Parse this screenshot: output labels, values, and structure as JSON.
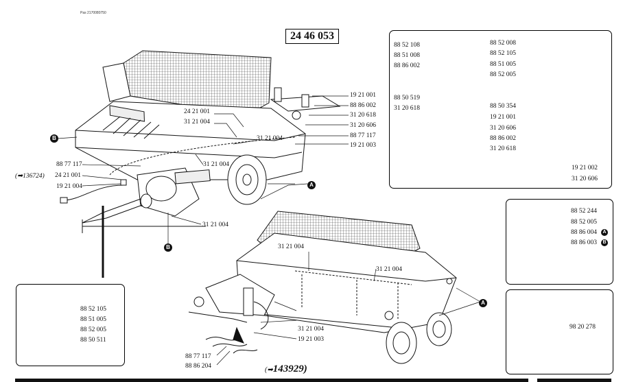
{
  "header": {
    "small_code": "Pas 2170080750",
    "title_number": "24 46 053"
  },
  "references": {
    "left": "(➡136724)",
    "bottom_arrow": "(➡",
    "bottom_number": "143929)"
  },
  "markers": {
    "a": "A",
    "b": "B"
  },
  "main_labels": {
    "r1": "19 21 001",
    "r2": "88 86 002",
    "r3": "31 20 618",
    "r4": "31 20 606",
    "r5": "88 77 117",
    "r6": "19 21 003",
    "c1": "24 21 001",
    "c2": "31 21 004",
    "c3": "31 21 004",
    "c4": "31 21 004",
    "l1": "88 77 117",
    "l2": "24 21 001",
    "l3": "19 21 004",
    "bot": "31 21 004"
  },
  "second_labels": {
    "a": "31 21 004",
    "b": "31 21 004",
    "c": "31 21 004",
    "d": "19 21 003",
    "e": "88 77 117",
    "f": "88 86 204"
  },
  "panel_top_right": {
    "l1": "88 52 108",
    "l2": "88 51 008",
    "l3": "88 86 002",
    "l4": "88 50 519",
    "l5": "31 20 618",
    "r1": "88 52 008",
    "r2": "88 52 105",
    "r3": "88 51 005",
    "r4": "88 52 005",
    "r5": "88 50 354",
    "r6": "19 21 001",
    "r7": "31 20 606",
    "m1": "88 86 002",
    "m2": "31 20 618",
    "b1": "19 21 002",
    "b2": "31 20 606"
  },
  "panel_reflector": {
    "l1": "88 52 244",
    "l2": "88 52 005",
    "l3": "88 86 004",
    "l4": "88 86 003"
  },
  "panel_manual": {
    "l1": "98 20 278"
  },
  "panel_bolt": {
    "l1": "88 52 105",
    "l2": "88 51 005",
    "l3": "88 52 005",
    "l4": "88 50 511"
  }
}
